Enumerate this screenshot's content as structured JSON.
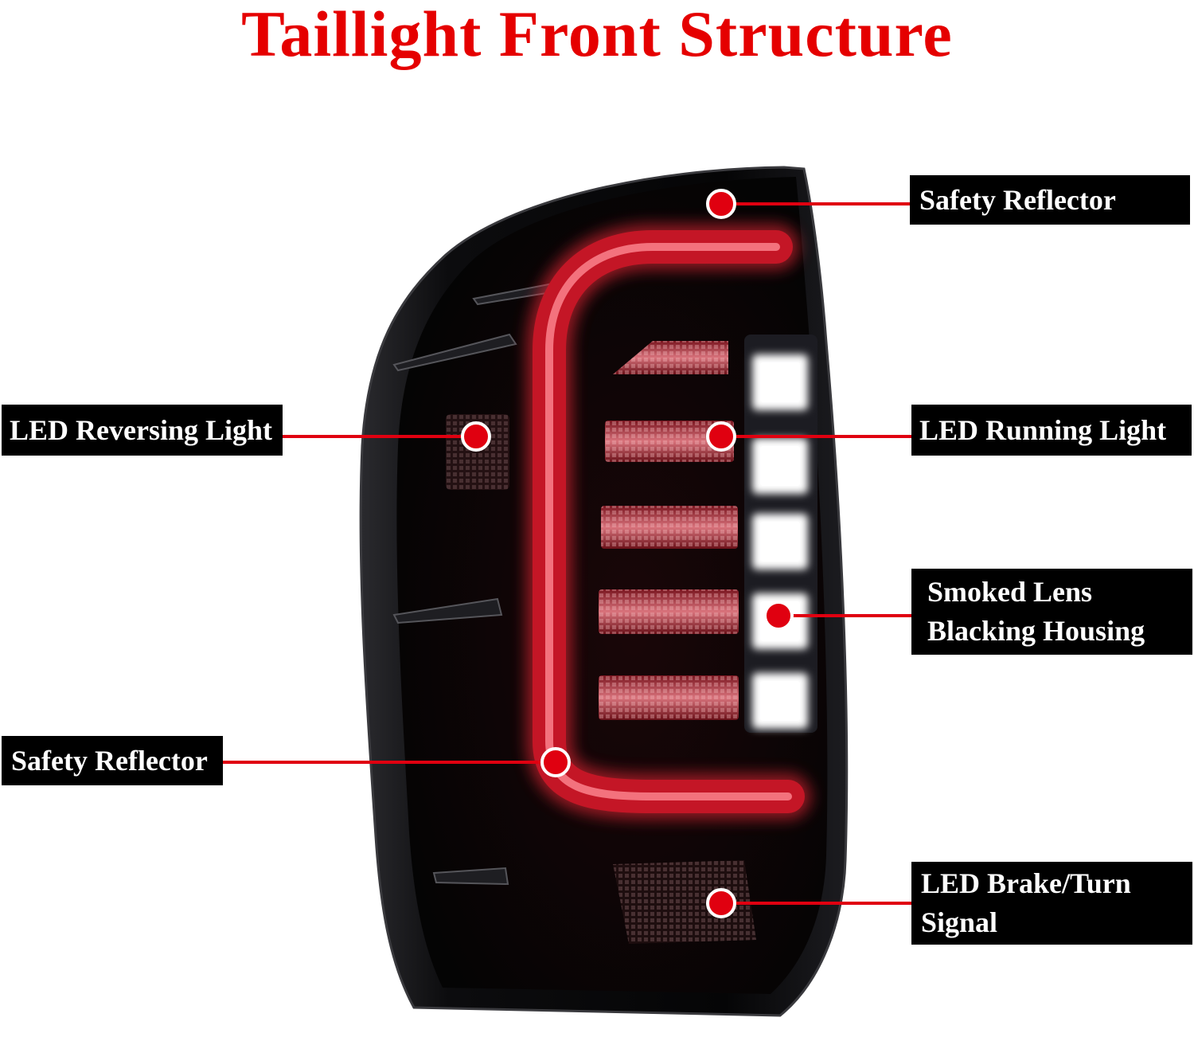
{
  "title": "Taillight Front Structure",
  "colors": {
    "title": "#e50000",
    "marker": "#e00010",
    "label_bg": "#000000",
    "label_text": "#ffffff"
  },
  "callouts": {
    "safety_reflector_top": {
      "lines": [
        "Safety Reflector"
      ]
    },
    "led_reversing_light": {
      "lines": [
        "LED Reversing Light"
      ]
    },
    "led_running_light": {
      "lines": [
        "LED Running Light"
      ]
    },
    "smoked_lens": {
      "lines": [
        "Smoked Lens",
        "Blacking Housing"
      ]
    },
    "safety_reflector_bottom": {
      "lines": [
        "Safety Reflector"
      ]
    },
    "led_brake_turn": {
      "lines": [
        "LED Brake/Turn",
        "Signal"
      ]
    }
  }
}
